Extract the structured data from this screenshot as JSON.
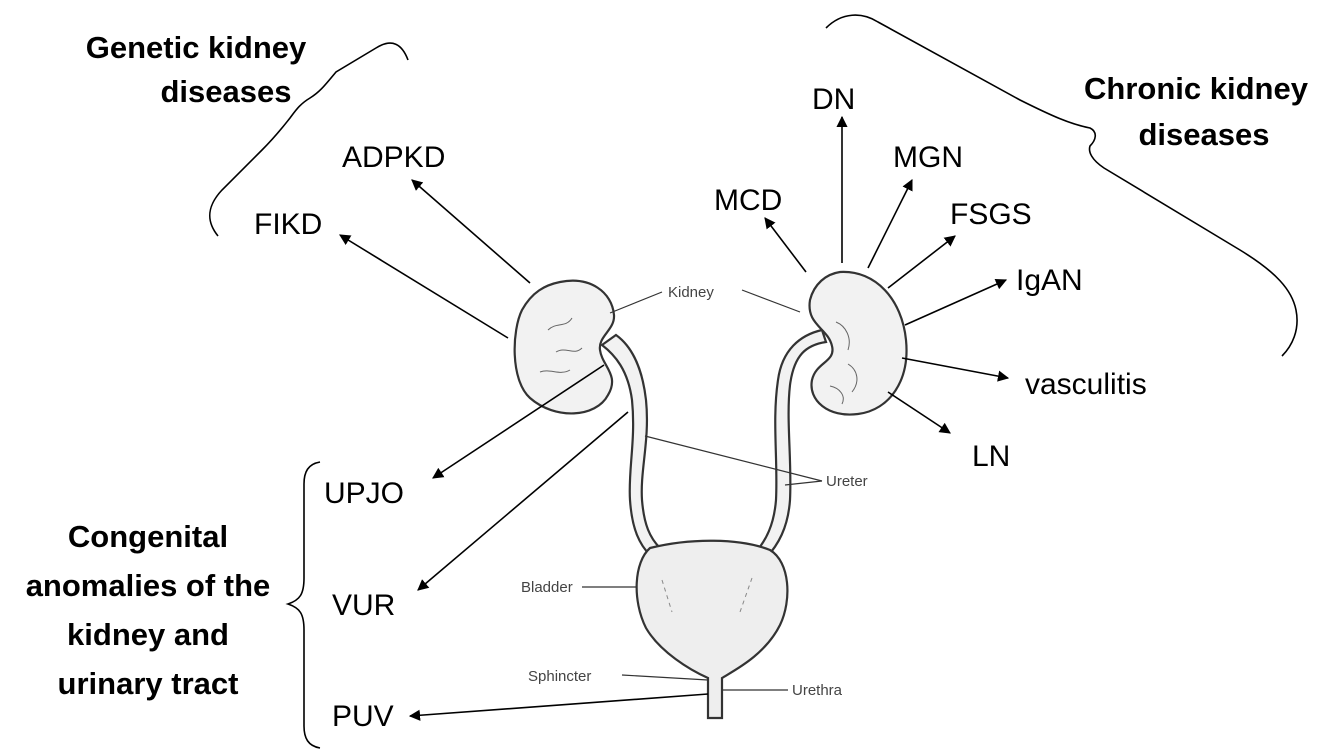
{
  "groups": {
    "genetic": "Genetic kidney diseases",
    "genetic_lines": [
      "Genetic kidney",
      "diseases"
    ],
    "chronic": "Chronic kidney diseases",
    "chronic_lines": [
      "Chronic kidney",
      "diseases"
    ],
    "congenital": "Congenital anomalies of the kidney and urinary tract",
    "congenital_lines": [
      "Congenital",
      "anomalies of the",
      "kidney and",
      "urinary tract"
    ]
  },
  "diseases": {
    "adpkd": "ADPKD",
    "fikd": "FIKD",
    "dn": "DN",
    "mgn": "MGN",
    "mcd": "MCD",
    "fsgs": "FSGS",
    "igan": "IgAN",
    "vasculitis": "vasculitis",
    "ln": "LN",
    "upjo": "UPJO",
    "vur": "VUR",
    "puv": "PUV"
  },
  "anatomy": {
    "kidney": "Kidney",
    "ureter": "Ureter",
    "bladder": "Bladder",
    "sphincter": "Sphincter",
    "urethra": "Urethra"
  },
  "colors": {
    "organ_fill": "#f2f2f2",
    "organ_stroke": "#333333",
    "arrow": "#000000"
  }
}
